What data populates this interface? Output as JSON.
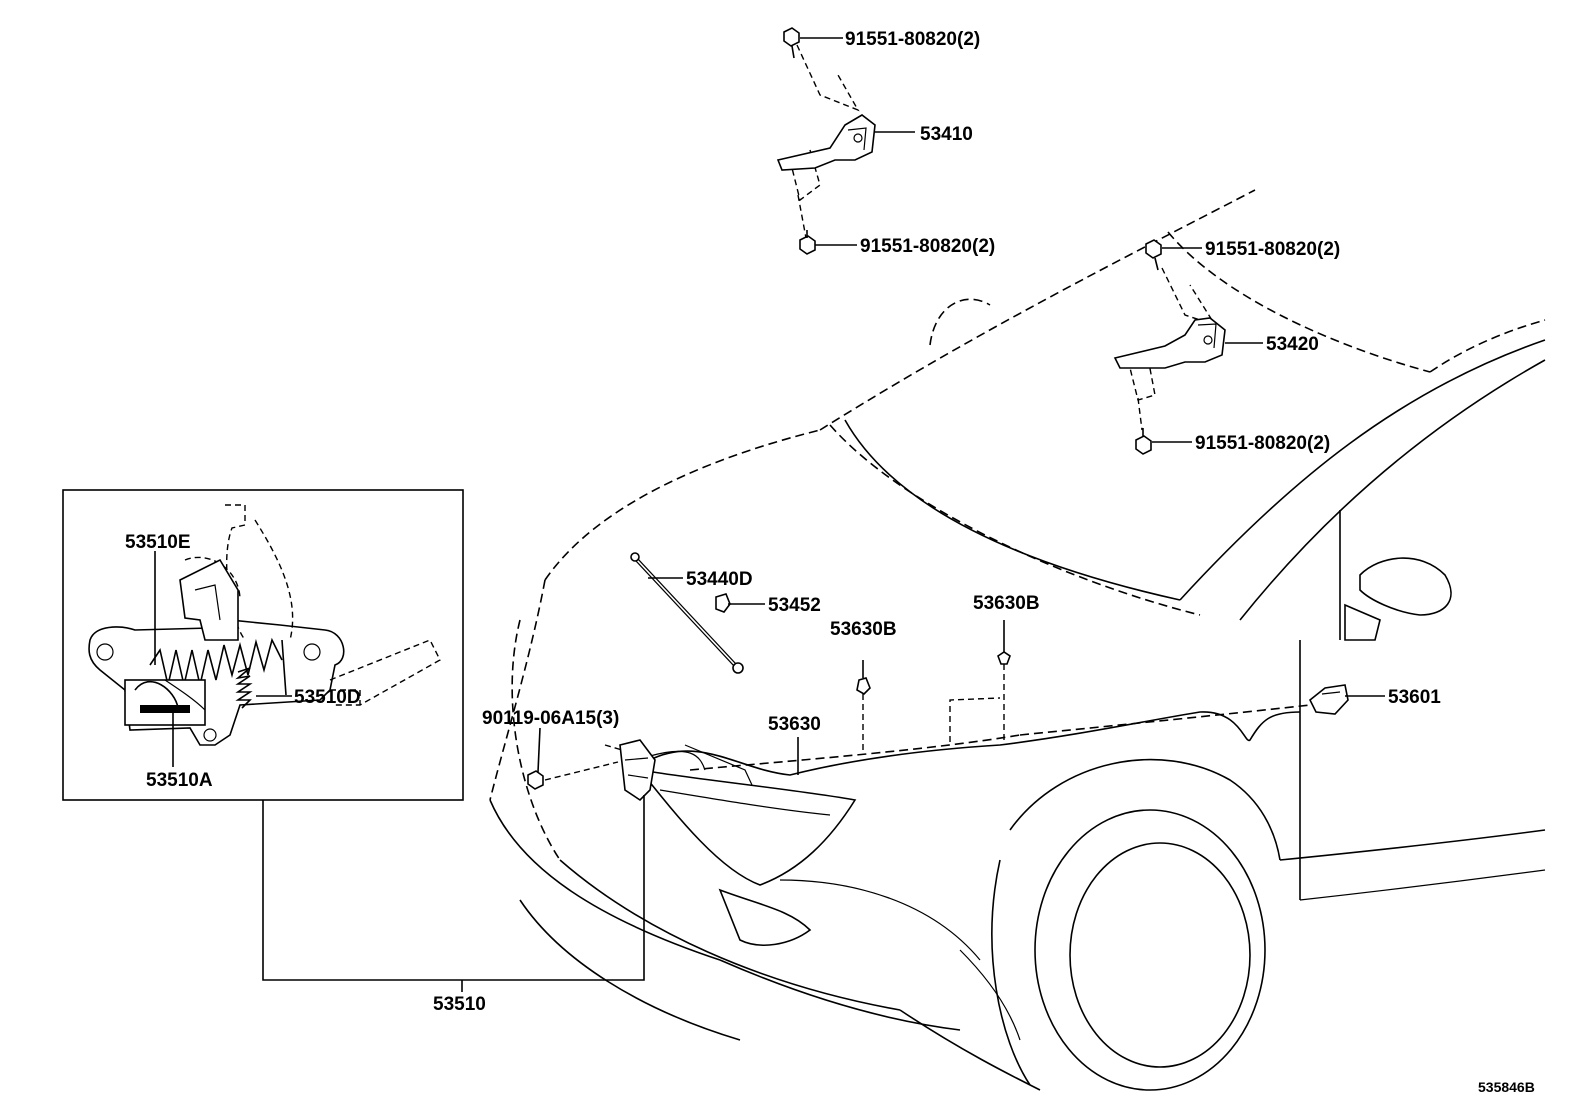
{
  "diagram": {
    "figure_code": "535846B",
    "callouts": {
      "bolt_hinge_l_top": "91551-80820(2)",
      "hinge_l": "53410",
      "bolt_hinge_l_bottom": "91551-80820(2)",
      "bolt_hinge_r_top": "91551-80820(2)",
      "hinge_r": "53420",
      "bolt_hinge_r_bottom": "91551-80820(2)",
      "spring_e": "53510E",
      "spring_d": "53510D",
      "part_a": "53510A",
      "lock_assy": "53510",
      "support_rod": "53440D",
      "rod_holder": "53452",
      "clamp_center": "53630B",
      "clamp_right": "53630B",
      "release_cable": "53630",
      "lock_bolt": "90119-06A15(3)",
      "release_lever": "53601"
    }
  }
}
